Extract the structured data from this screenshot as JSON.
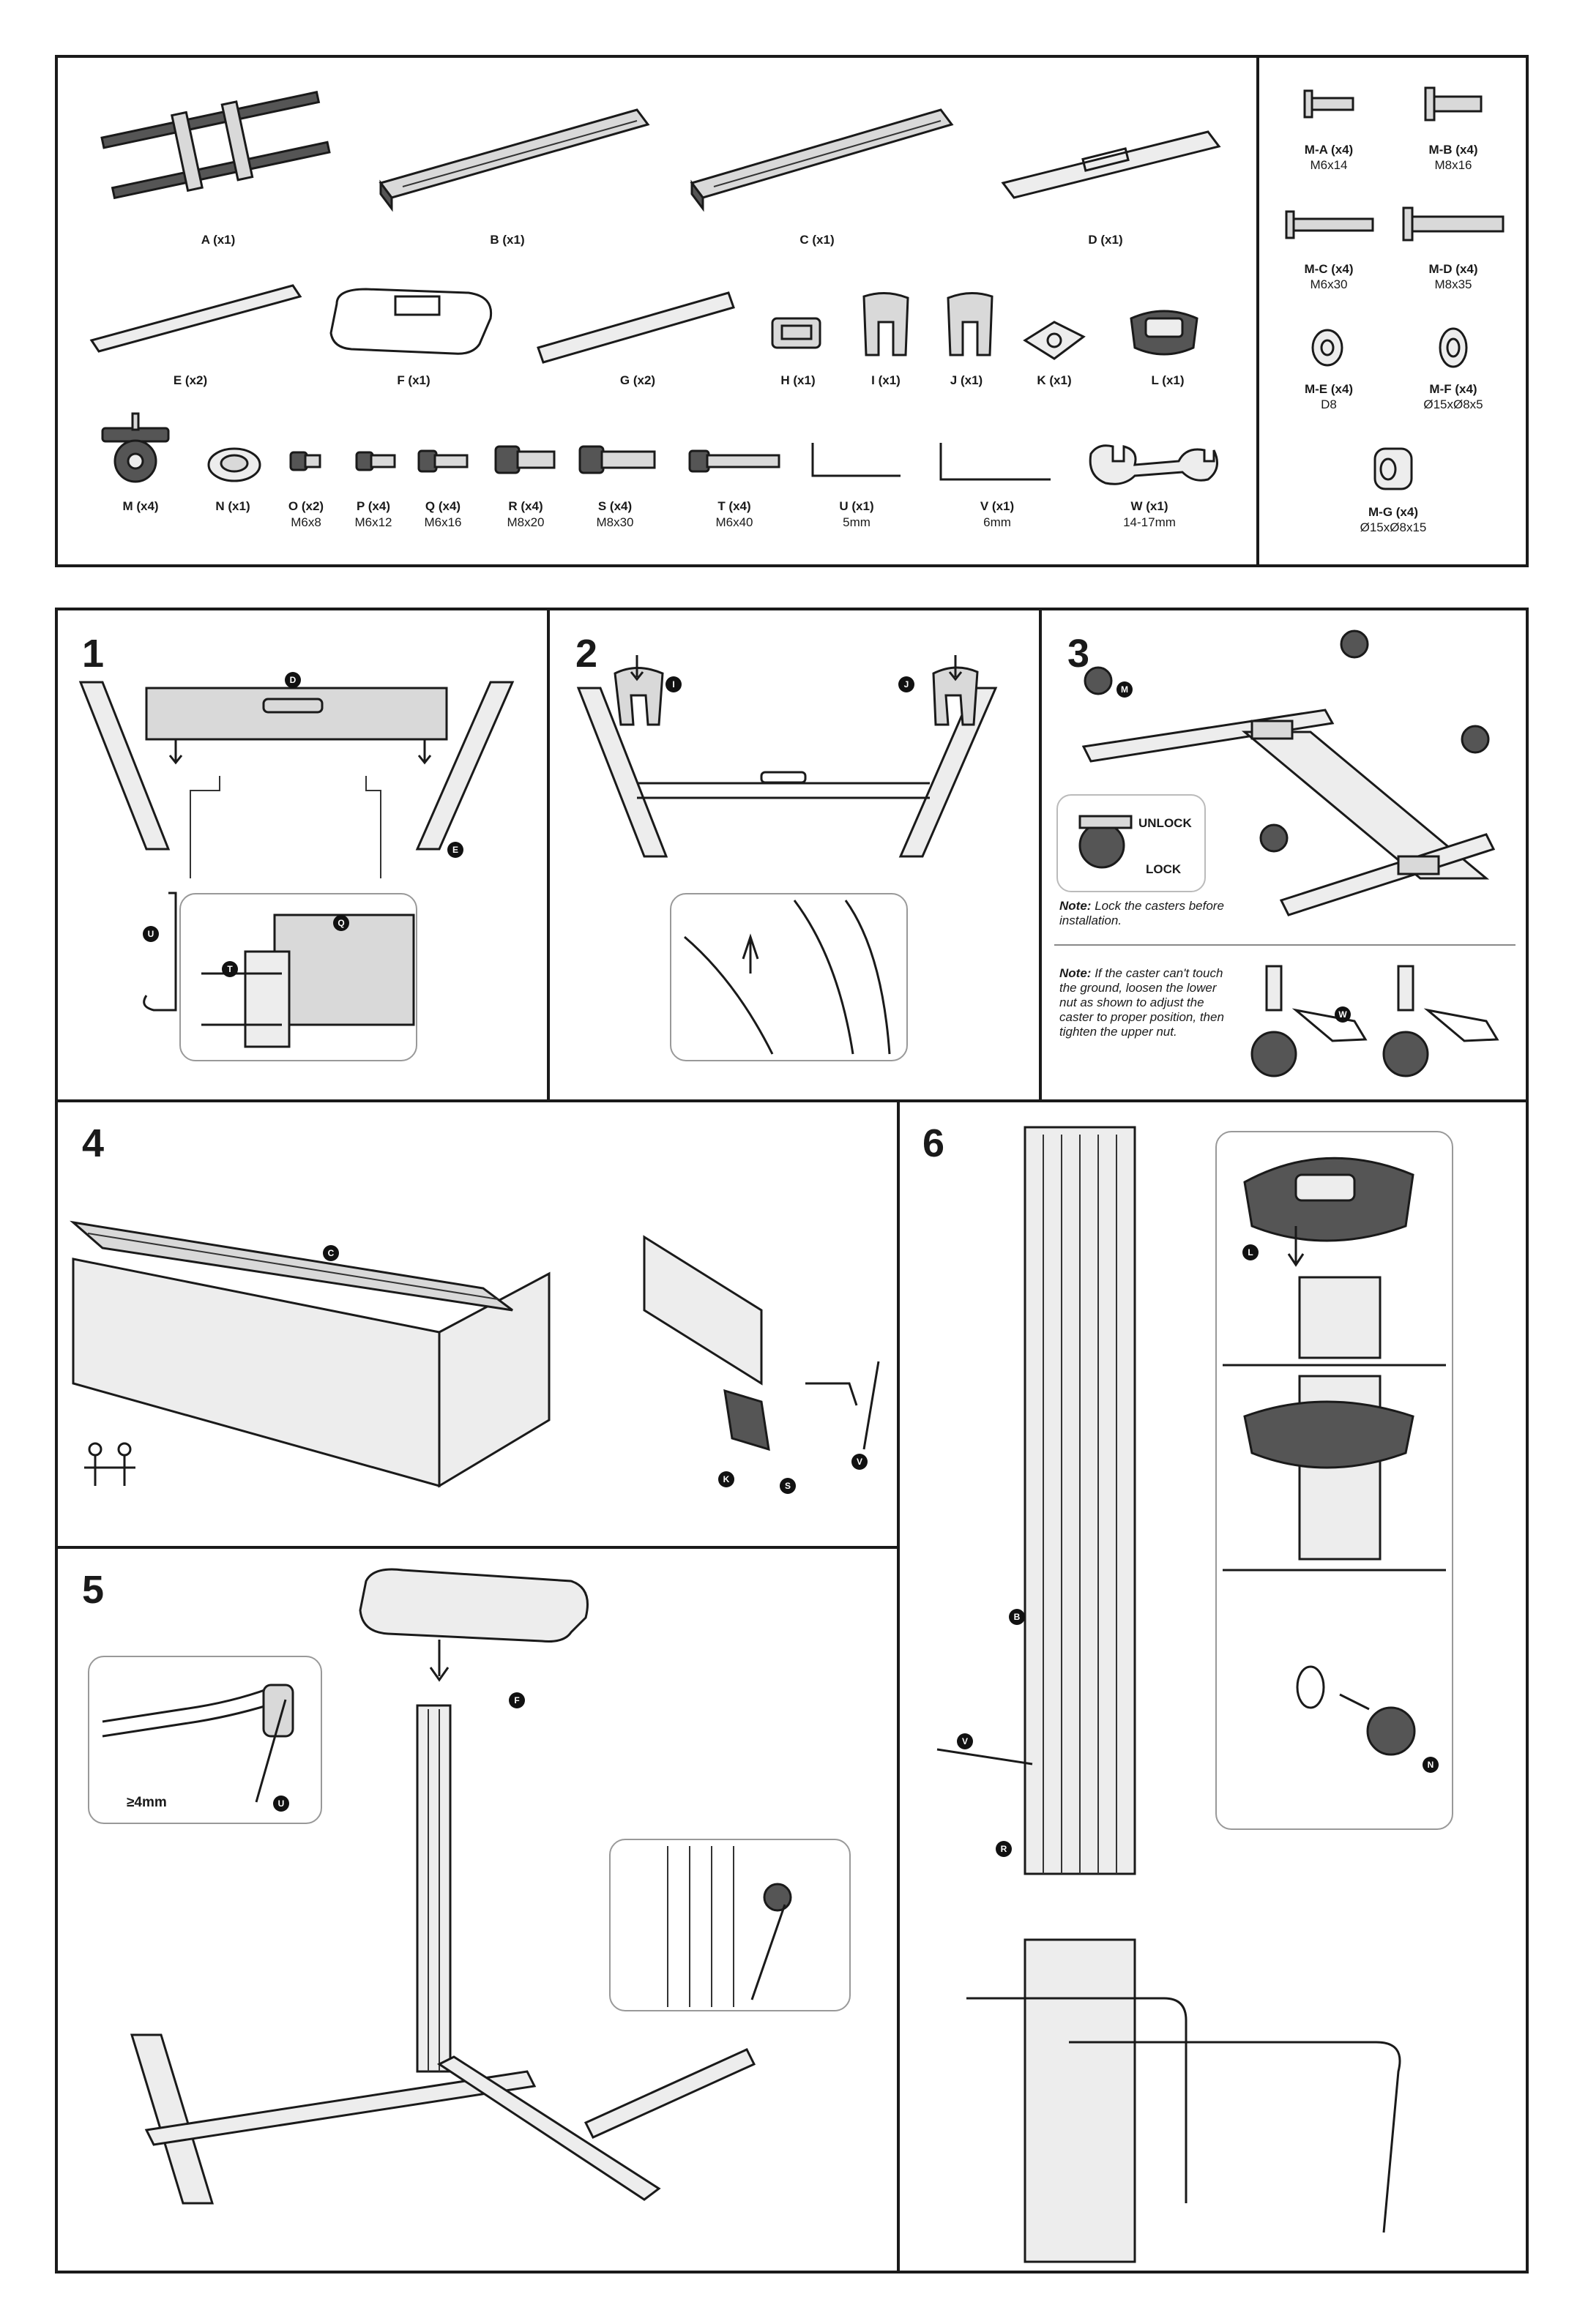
{
  "parts": [
    {
      "id": "A",
      "label": "A (x1)",
      "size": ""
    },
    {
      "id": "B",
      "label": "B (x1)",
      "size": ""
    },
    {
      "id": "C",
      "label": "C (x1)",
      "size": ""
    },
    {
      "id": "D",
      "label": "D (x1)",
      "size": ""
    },
    {
      "id": "E",
      "label": "E (x2)",
      "size": ""
    },
    {
      "id": "F",
      "label": "F (x1)",
      "size": ""
    },
    {
      "id": "G",
      "label": "G (x2)",
      "size": ""
    },
    {
      "id": "H",
      "label": "H (x1)",
      "size": ""
    },
    {
      "id": "I",
      "label": "I (x1)",
      "size": ""
    },
    {
      "id": "J",
      "label": "J (x1)",
      "size": ""
    },
    {
      "id": "K",
      "label": "K (x1)",
      "size": ""
    },
    {
      "id": "L",
      "label": "L (x1)",
      "size": ""
    },
    {
      "id": "M",
      "label": "M (x4)",
      "size": ""
    },
    {
      "id": "N",
      "label": "N (x1)",
      "size": ""
    },
    {
      "id": "O",
      "label": "O (x2)",
      "size": "M6x8"
    },
    {
      "id": "P",
      "label": "P (x4)",
      "size": "M6x12"
    },
    {
      "id": "Q",
      "label": "Q (x4)",
      "size": "M6x16"
    },
    {
      "id": "R",
      "label": "R (x4)",
      "size": "M8x20"
    },
    {
      "id": "S",
      "label": "S (x4)",
      "size": "M8x30"
    },
    {
      "id": "T",
      "label": "T (x4)",
      "size": "M6x40"
    },
    {
      "id": "U",
      "label": "U (x1)",
      "size": "5mm"
    },
    {
      "id": "V",
      "label": "V (x1)",
      "size": "6mm"
    },
    {
      "id": "W",
      "label": "W (x1)",
      "size": "14-17mm"
    }
  ],
  "hardware": [
    {
      "label": "M-A (x4)",
      "size": "M6x14"
    },
    {
      "label": "M-B (x4)",
      "size": "M8x16"
    },
    {
      "label": "M-C (x4)",
      "size": "M6x30"
    },
    {
      "label": "M-D (x4)",
      "size": "M8x35"
    },
    {
      "label": "M-E (x4)",
      "size": "D8"
    },
    {
      "label": "M-F (x4)",
      "size": "Ø15xØ8x5"
    },
    {
      "label": "M-G (x4)",
      "size": "Ø15xØ8x15"
    }
  ],
  "steps": {
    "s1": {
      "num": "1"
    },
    "s2": {
      "num": "2"
    },
    "s3": {
      "num": "3"
    },
    "s4": {
      "num": "4"
    },
    "s5": {
      "num": "5"
    },
    "s6": {
      "num": "6"
    }
  },
  "callouts": {
    "s1": [
      "D",
      "E",
      "U",
      "T",
      "Q"
    ],
    "s2": [
      "I",
      "J"
    ],
    "s3": [
      "M",
      "W"
    ],
    "s4": [
      "C",
      "K",
      "S",
      "V"
    ],
    "s5": [
      "F",
      "U"
    ],
    "s6": [
      "L",
      "B",
      "V",
      "R",
      "N"
    ]
  },
  "step3": {
    "unlock": "UNLOCK",
    "lock": "LOCK",
    "note1_lead": "Note:",
    "note1_text": "Lock the casters before installation.",
    "note2_lead": "Note:",
    "note2_text": "If the caster can't touch the ground, loosen the lower nut as shown to adjust the caster to proper position, then tighten the upper nut."
  },
  "step5": {
    "gap": "≥4mm"
  }
}
